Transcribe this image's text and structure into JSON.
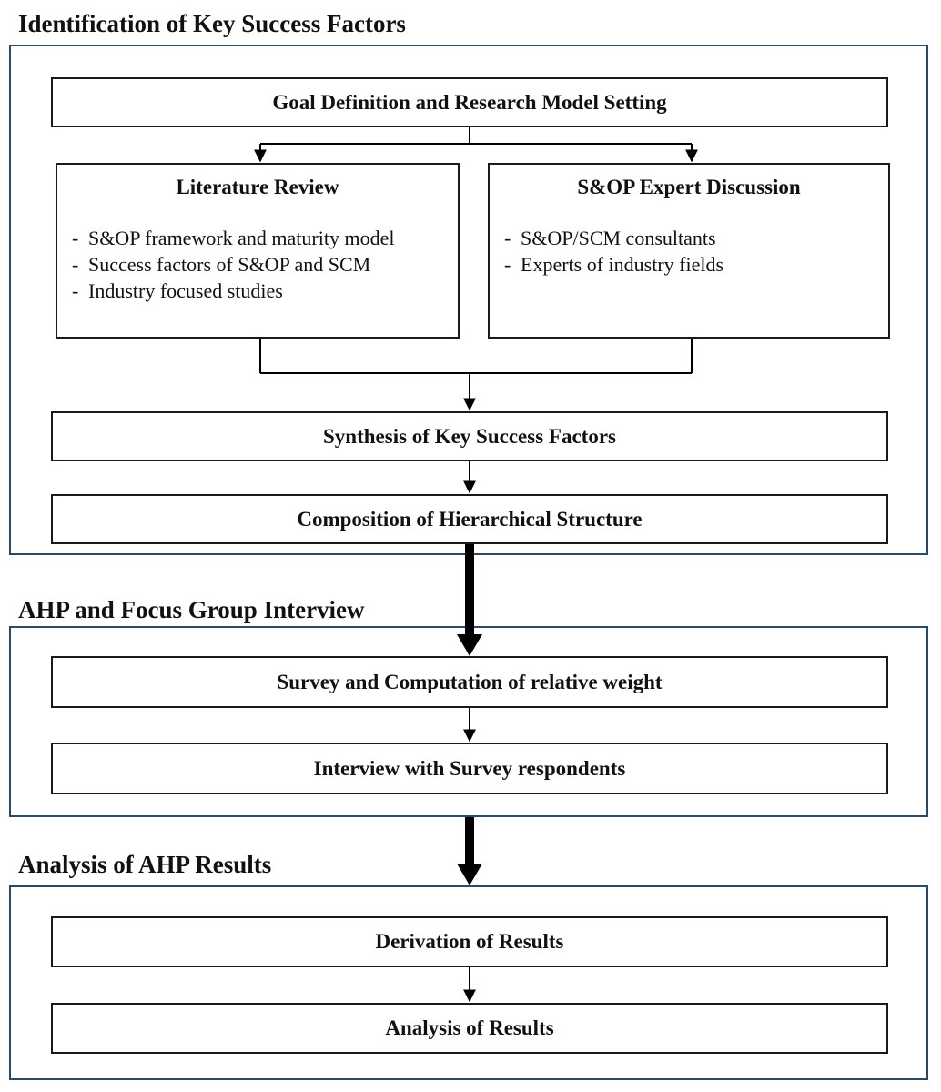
{
  "sections": [
    {
      "title": "Identification  of Key Success Factors",
      "boxes": {
        "goal": "Goal Definition and Research Model Setting",
        "literature_title": "Literature Review",
        "literature_items": [
          "S&OP framework and maturity model",
          "Success factors of S&OP and SCM",
          "Industry focused studies"
        ],
        "expert_title": "S&OP Expert Discussion",
        "expert_items": [
          "S&OP/SCM consultants",
          "Experts of industry fields"
        ],
        "synthesis": "Synthesis of Key Success Factors",
        "composition": "Composition of Hierarchical Structure"
      }
    },
    {
      "title": "AHP and Focus Group Interview",
      "boxes": {
        "survey": "Survey and Computation of relative weight",
        "interview": "Interview with Survey respondents"
      }
    },
    {
      "title": "Analysis  of AHP Results",
      "boxes": {
        "derivation": "Derivation of Results",
        "analysis": "Analysis of Results"
      }
    }
  ],
  "colors": {
    "section_frame": "#2a4a66",
    "box_border": "#1a1a1a",
    "arrow": "#000000"
  }
}
